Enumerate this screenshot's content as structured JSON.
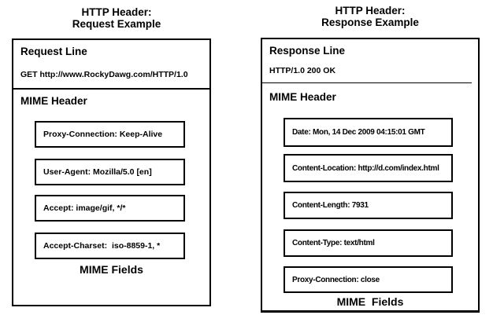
{
  "colors": {
    "border": "#000000",
    "background": "#ffffff",
    "text": "#000000"
  },
  "request_panel": {
    "title_line1": "HTTP Header:",
    "title_line2": "Request Example",
    "section1_heading": "Request Line",
    "section1_value": "GET http://www.RockyDawg.com/HTTP/1.0",
    "section2_heading": "MIME Header",
    "fields": [
      "Proxy-Connection: Keep-Alive",
      "User-Agent: Mozilla/5.0 [en]",
      "Accept: image/gif, */*",
      "Accept-Charset:  iso-8859-1, *"
    ],
    "footer_label": "MIME Fields"
  },
  "response_panel": {
    "title_line1": "HTTP Header:",
    "title_line2": "Response Example",
    "section1_heading": "Response Line",
    "section1_value": "HTTP/1.0 200 OK",
    "section2_heading": "MIME Header",
    "fields": [
      "Date: Mon, 14 Dec 2009 04:15:01 GMT",
      "Content-Location: http://d.com/index.html",
      "Content-Length: 7931",
      "Content-Type: text/html",
      "Proxy-Connection: close"
    ],
    "footer_label": "MIME  Fields"
  }
}
